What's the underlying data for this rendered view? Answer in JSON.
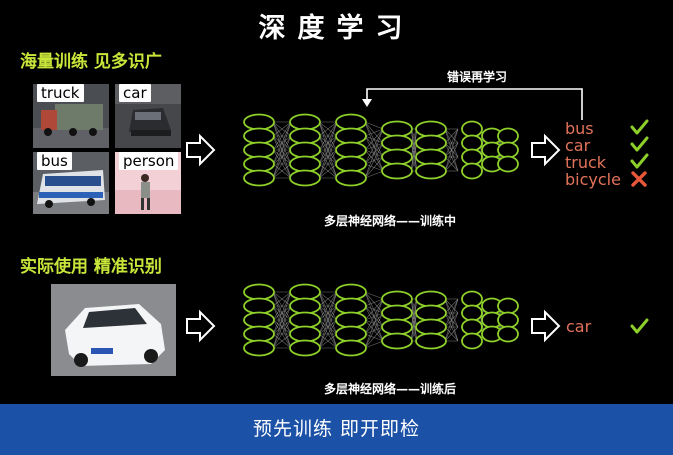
{
  "page": {
    "title": "深度学习"
  },
  "training": {
    "heading": "海量训练 见多识广",
    "images": [
      {
        "label": "truck"
      },
      {
        "label": "car"
      },
      {
        "label": "bus"
      },
      {
        "label": "person"
      }
    ],
    "feedback_label": "错误再学习",
    "network_caption": "多层神经网络——训练中",
    "outputs": [
      {
        "label": "bus",
        "result": "correct"
      },
      {
        "label": "car",
        "result": "correct"
      },
      {
        "label": "truck",
        "result": "correct"
      },
      {
        "label": "bicycle",
        "result": "wrong"
      }
    ]
  },
  "usage": {
    "heading": "实际使用 精准识别",
    "network_caption": "多层神经网络——训练后",
    "output": {
      "label": "car",
      "result": "correct"
    }
  },
  "footer": {
    "text": "预先训练  即开即检"
  },
  "colors": {
    "neuron": "#8ed02a",
    "correct": "#8ed02a",
    "wrong": "#e8573a",
    "output_text": "#e2735a",
    "heading": "#c8e63a",
    "footer_bg": "#1b51a6"
  },
  "icons": {
    "correct": "check-icon",
    "wrong": "cross-icon",
    "arrow": "hollow-arrow-icon"
  }
}
